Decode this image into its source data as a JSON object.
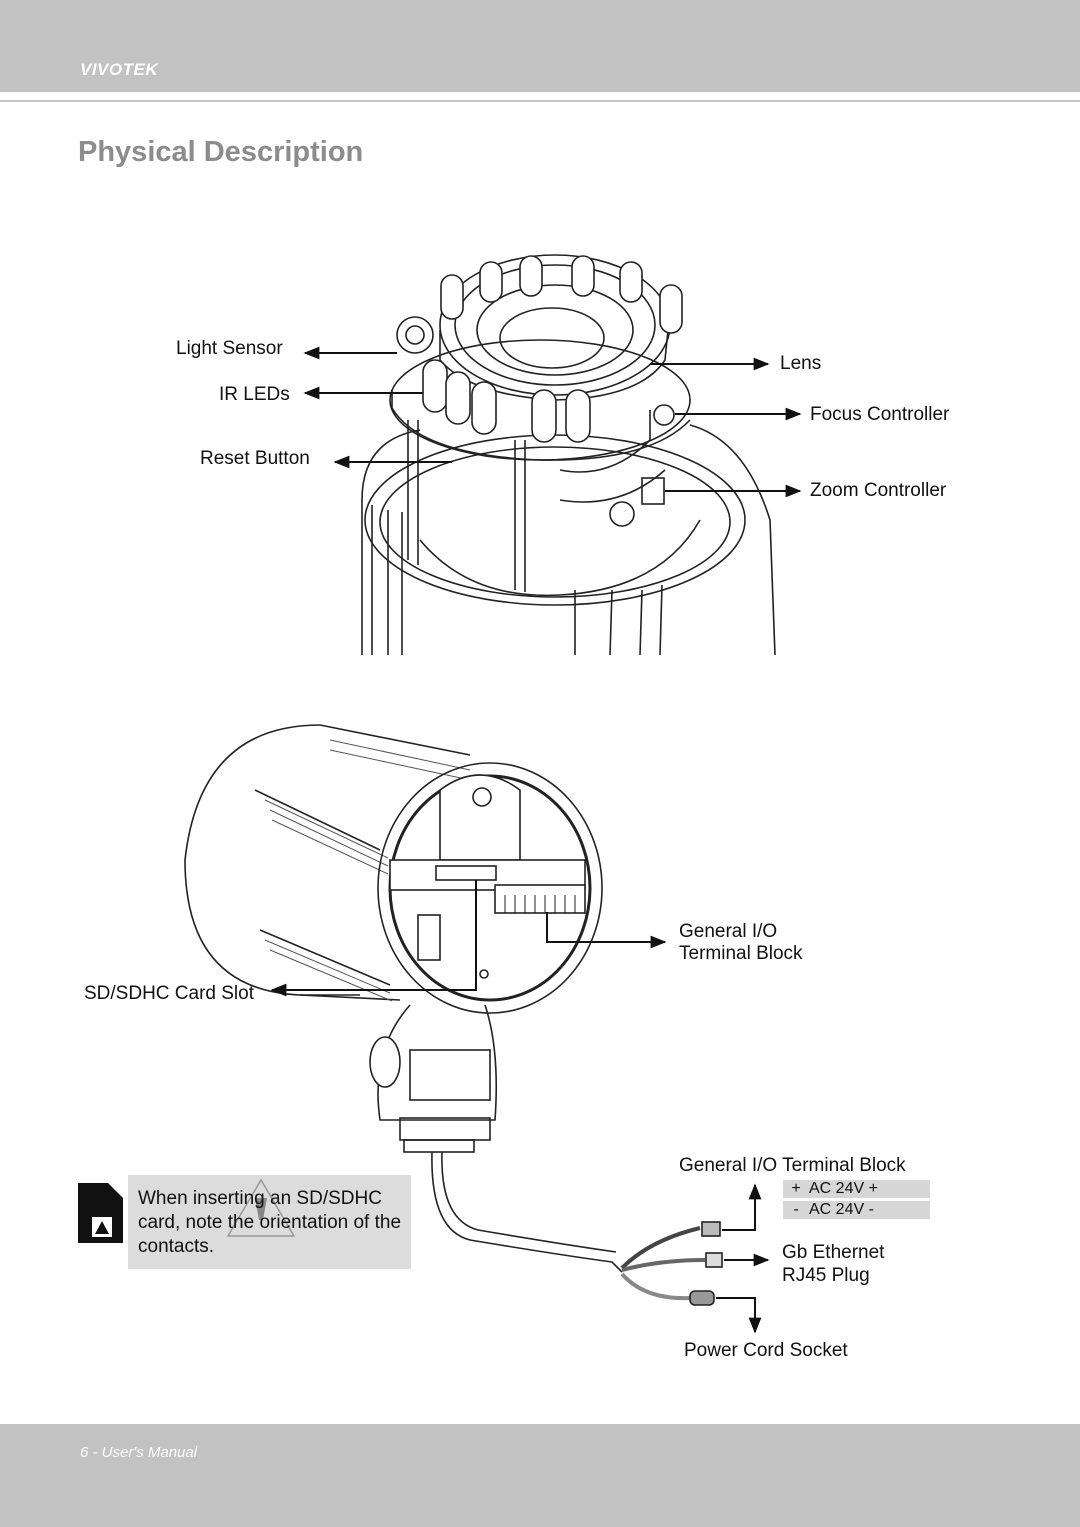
{
  "header": {
    "brand": "VIVOTEK"
  },
  "page_title": "Physical Description",
  "callouts": {
    "light_sensor": "Light Sensor",
    "ir_leds": "IR LEDs",
    "reset_button": "Reset Button",
    "lens": "Lens",
    "focus_controller": "Focus Controller",
    "zoom_controller": "Zoom Controller",
    "general_io_line1": "General I/O",
    "general_io_line2": "Terminal Block",
    "sd_card_slot": "SD/SDHC Card Slot",
    "general_io_terminal_block": "General I/O Terminal Block",
    "gb_ethernet_line1": "Gb Ethernet",
    "gb_ethernet_line2": "RJ45 Plug",
    "power_cord_socket": "Power Cord Socket"
  },
  "terminal_rows": [
    {
      "sign": "+",
      "label": "AC 24V +"
    },
    {
      "sign": "-",
      "label": "AC 24V -"
    }
  ],
  "note": {
    "text": "When inserting an SD/SDHC card, note the orientation of the contacts."
  },
  "footer": {
    "text": "6 - User's Manual"
  }
}
